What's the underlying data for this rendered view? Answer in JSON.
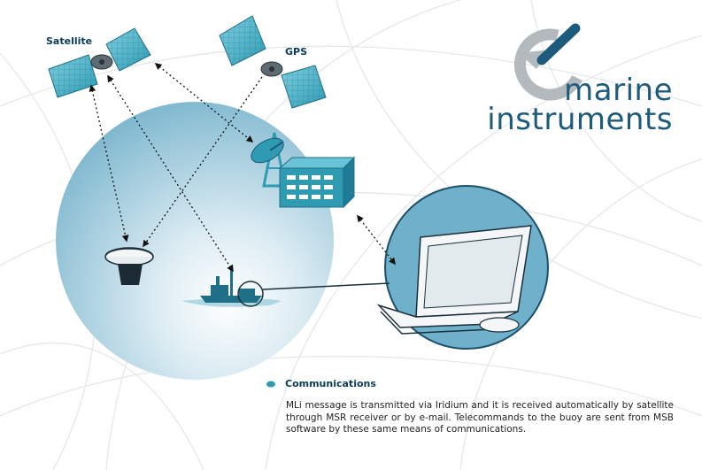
{
  "labels": {
    "satellite": "Satellite",
    "gps": "GPS"
  },
  "logo": {
    "line1": "marine",
    "line2": "instruments"
  },
  "communications": {
    "title": "Communications",
    "body": "MLi message is transmitted via Iridium and it is received automatically by satellite through MSR receiver or by e-mail. Telecommands to the buoy are sent from MSB software by these same means of communications."
  },
  "colors": {
    "brand": "#1c5b7c",
    "teal": "#2f9bb3",
    "sphere_light": "#e6f3f8",
    "sphere_dark": "#7bb4cc",
    "logo_gray": "#b3b9bc"
  }
}
